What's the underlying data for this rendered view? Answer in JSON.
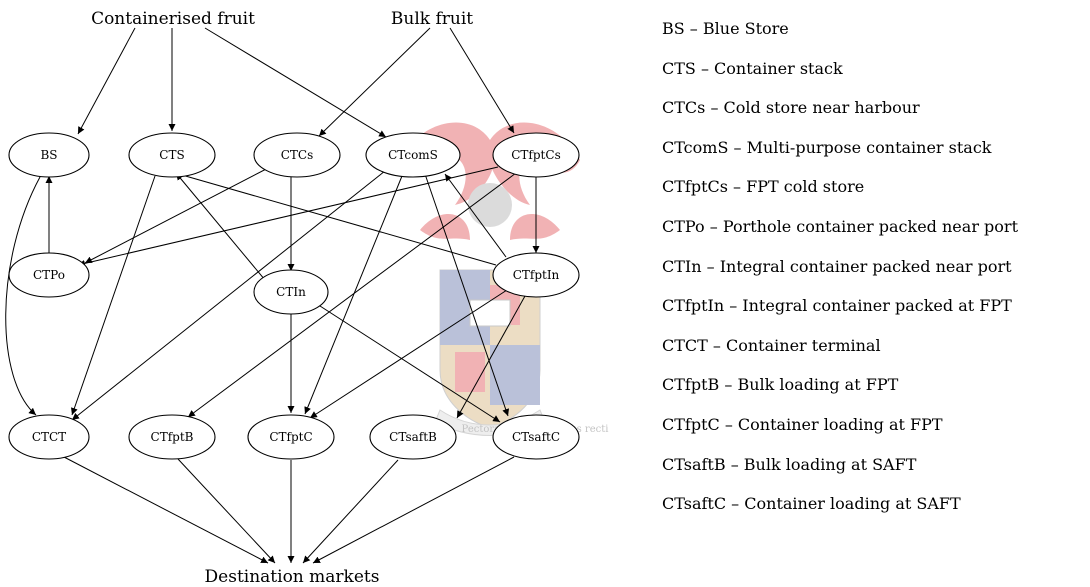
{
  "diagram": {
    "sources": {
      "containerised": "Containerised fruit",
      "bulk": "Bulk fruit"
    },
    "sink": "Destination markets",
    "nodes": {
      "BS": "BS",
      "CTS": "CTS",
      "CTCs": "CTCs",
      "CTcomS": "CTcomS",
      "CTfptCs": "CTfptCs",
      "CTPo": "CTPo",
      "CTIn": "CTIn",
      "CTfptIn": "CTfptIn",
      "CTCT": "CTCT",
      "CTfptB": "CTfptB",
      "CTfptC": "CTfptC",
      "CTsaftB": "CTsaftB",
      "CTsaftC": "CTsaftC"
    },
    "watermark_motto": "Pectora roborant cultus recti",
    "accent_colors": {
      "crest_red": "#d9262b",
      "crest_blue": "#3d4f93",
      "crest_gold": "#c9a15a"
    }
  },
  "legend": [
    "BS – Blue Store",
    "CTS – Container stack",
    "CTCs – Cold store near harbour",
    "CTcomS – Multi-purpose container stack",
    "CTfptCs – FPT cold store",
    "CTPo – Porthole container packed near port",
    "CTIn – Integral container packed near port",
    "CTfptIn – Integral container packed at FPT",
    "CTCT – Container terminal",
    "CTfptB – Bulk loading at FPT",
    "CTfptC – Container loading at FPT",
    "CTsaftB – Bulk loading at SAFT",
    "CTsaftC – Container loading at SAFT"
  ]
}
